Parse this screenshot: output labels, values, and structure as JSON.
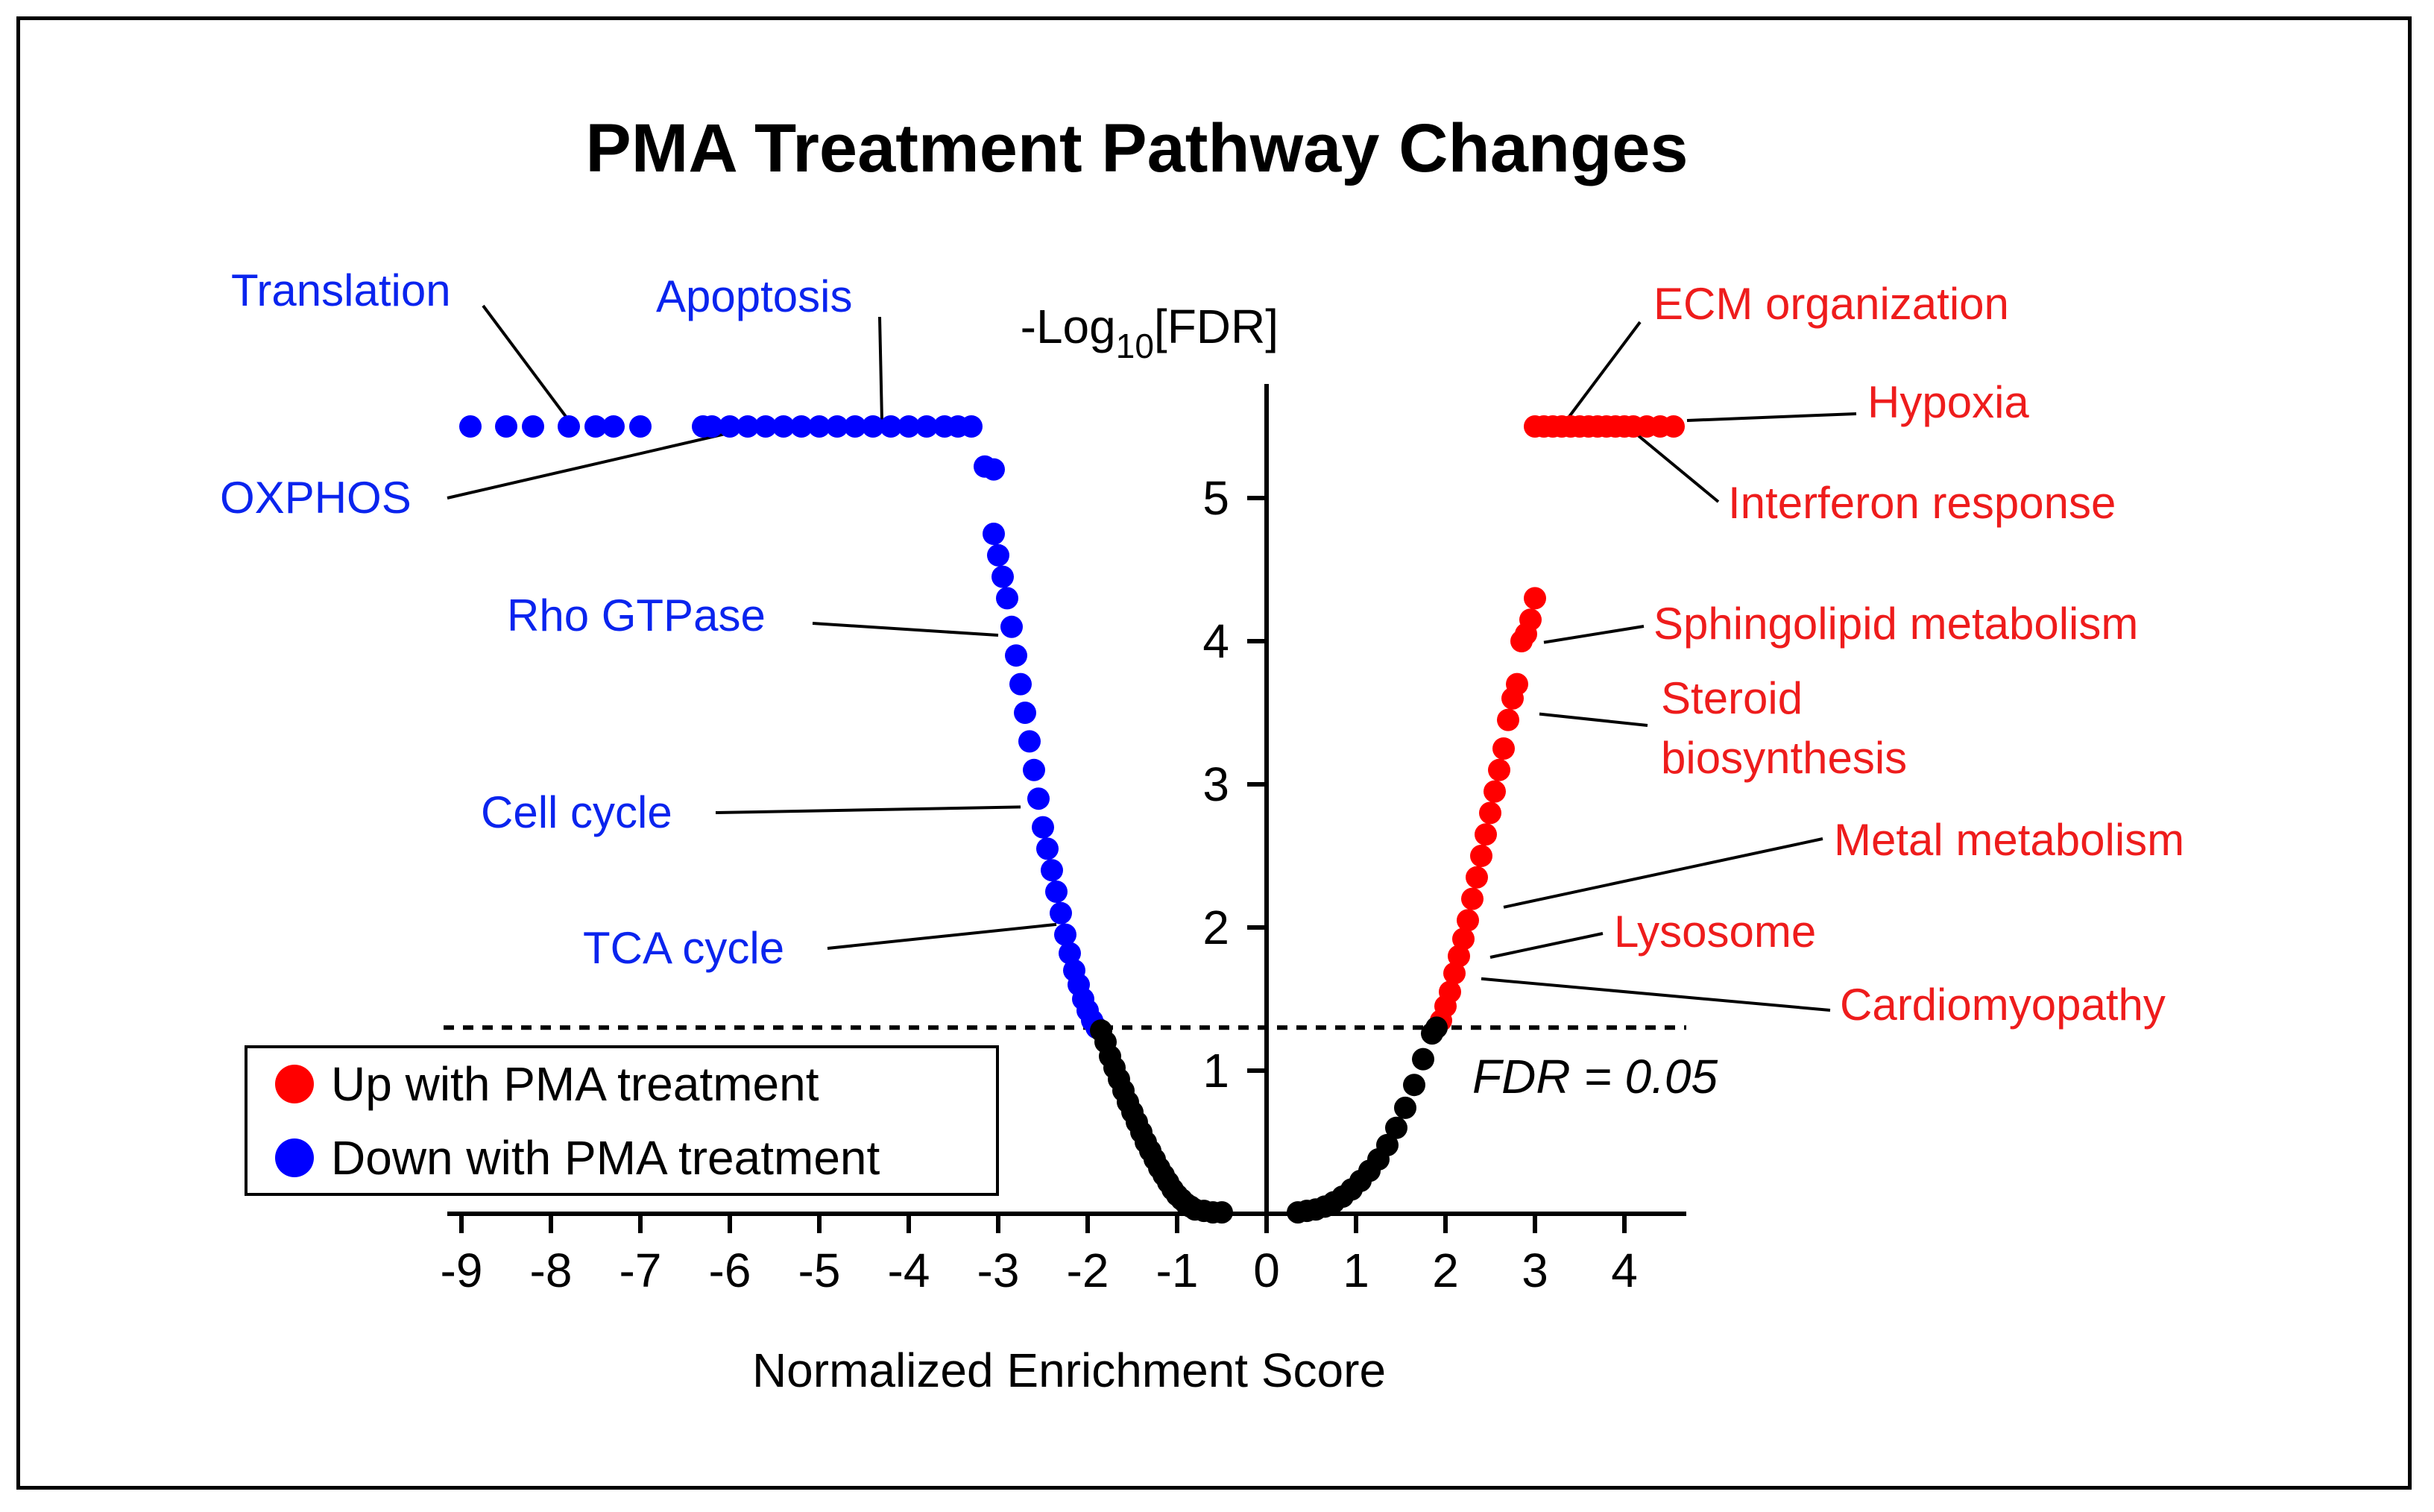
{
  "chart_data": {
    "type": "scatter",
    "title": "PMA Treatment Pathway Changes",
    "xlabel": "Normalized Enrichment Score",
    "ylabel_prefix": "-Log",
    "ylabel_sub": "10",
    "ylabel_suffix": "[FDR]",
    "xlim": [
      -9.2,
      4.8
    ],
    "ylim": [
      0,
      5.9
    ],
    "x_ticks": [
      "-9",
      "-8",
      "-7",
      "-6",
      "-5",
      "-4",
      "-3",
      "-2",
      "-1",
      "0",
      "1",
      "2",
      "3",
      "4"
    ],
    "y_ticks": [
      "1",
      "2",
      "3",
      "4",
      "5"
    ],
    "grid": false,
    "threshold": {
      "y": 1.301,
      "label": "FDR = 0.05"
    },
    "colors": {
      "up": "#ff0000",
      "down": "#0000ff",
      "ns": "#000000",
      "label_up": "#ee1c1c",
      "label_down": "#0a24ee"
    },
    "legend": {
      "position": "bottom-left",
      "items": [
        {
          "label": "Up with PMA treatment",
          "color": "#ff0000"
        },
        {
          "label": "Down with PMA treatment",
          "color": "#0000ff"
        }
      ]
    },
    "series": [
      {
        "name": "Up with PMA treatment",
        "color": "#ff0000",
        "points": [
          [
            1.95,
            1.35
          ],
          [
            2.0,
            1.45
          ],
          [
            2.05,
            1.55
          ],
          [
            2.1,
            1.68
          ],
          [
            2.15,
            1.8
          ],
          [
            2.2,
            1.92
          ],
          [
            2.25,
            2.05
          ],
          [
            2.3,
            2.2
          ],
          [
            2.35,
            2.35
          ],
          [
            2.4,
            2.5
          ],
          [
            2.45,
            2.65
          ],
          [
            2.5,
            2.8
          ],
          [
            2.55,
            2.95
          ],
          [
            2.6,
            3.1
          ],
          [
            2.65,
            3.25
          ],
          [
            2.7,
            3.45
          ],
          [
            2.75,
            3.6
          ],
          [
            2.8,
            3.7
          ],
          [
            2.85,
            4.0
          ],
          [
            2.9,
            4.05
          ],
          [
            2.95,
            4.15
          ],
          [
            3.0,
            4.3
          ],
          [
            3.0,
            5.5
          ],
          [
            3.1,
            5.5
          ],
          [
            3.2,
            5.5
          ],
          [
            3.3,
            5.5
          ],
          [
            3.4,
            5.5
          ],
          [
            3.5,
            5.5
          ],
          [
            3.6,
            5.5
          ],
          [
            3.7,
            5.5
          ],
          [
            3.8,
            5.5
          ],
          [
            3.9,
            5.5
          ],
          [
            4.0,
            5.5
          ],
          [
            4.1,
            5.5
          ],
          [
            4.25,
            5.5
          ],
          [
            4.4,
            5.5
          ],
          [
            4.55,
            5.5
          ]
        ]
      },
      {
        "name": "Down with PMA treatment",
        "color": "#0000ff",
        "points": [
          [
            -8.9,
            5.5
          ],
          [
            -8.5,
            5.5
          ],
          [
            -8.2,
            5.5
          ],
          [
            -7.8,
            5.5
          ],
          [
            -7.5,
            5.5
          ],
          [
            -7.3,
            5.5
          ],
          [
            -7.0,
            5.5
          ],
          [
            -6.3,
            5.5
          ],
          [
            -6.2,
            5.5
          ],
          [
            -6.0,
            5.5
          ],
          [
            -5.8,
            5.5
          ],
          [
            -5.6,
            5.5
          ],
          [
            -5.4,
            5.5
          ],
          [
            -5.2,
            5.5
          ],
          [
            -5.0,
            5.5
          ],
          [
            -4.8,
            5.5
          ],
          [
            -4.6,
            5.5
          ],
          [
            -4.4,
            5.5
          ],
          [
            -4.2,
            5.5
          ],
          [
            -4.0,
            5.5
          ],
          [
            -3.8,
            5.5
          ],
          [
            -3.6,
            5.5
          ],
          [
            -3.45,
            5.5
          ],
          [
            -3.3,
            5.5
          ],
          [
            -3.15,
            5.22
          ],
          [
            -3.05,
            5.2
          ],
          [
            -3.05,
            4.75
          ],
          [
            -3.0,
            4.6
          ],
          [
            -2.95,
            4.45
          ],
          [
            -2.9,
            4.3
          ],
          [
            -2.85,
            4.1
          ],
          [
            -2.8,
            3.9
          ],
          [
            -2.75,
            3.7
          ],
          [
            -2.7,
            3.5
          ],
          [
            -2.65,
            3.3
          ],
          [
            -2.6,
            3.1
          ],
          [
            -2.55,
            2.9
          ],
          [
            -2.5,
            2.7
          ],
          [
            -2.45,
            2.55
          ],
          [
            -2.4,
            2.4
          ],
          [
            -2.35,
            2.25
          ],
          [
            -2.3,
            2.1
          ],
          [
            -2.25,
            1.95
          ],
          [
            -2.2,
            1.82
          ],
          [
            -2.15,
            1.7
          ],
          [
            -2.1,
            1.6
          ],
          [
            -2.05,
            1.5
          ],
          [
            -2.0,
            1.42
          ],
          [
            -1.95,
            1.35
          ],
          [
            -1.9,
            1.3
          ]
        ]
      },
      {
        "name": "",
        "color": "#000000",
        "points": [
          [
            -1.85,
            1.28
          ],
          [
            -1.8,
            1.2
          ],
          [
            -1.75,
            1.1
          ],
          [
            -1.7,
            1.02
          ],
          [
            -1.65,
            0.94
          ],
          [
            -1.6,
            0.86
          ],
          [
            -1.55,
            0.78
          ],
          [
            -1.5,
            0.71
          ],
          [
            -1.45,
            0.64
          ],
          [
            -1.4,
            0.57
          ],
          [
            -1.35,
            0.5
          ],
          [
            -1.3,
            0.44
          ],
          [
            -1.25,
            0.38
          ],
          [
            -1.2,
            0.32
          ],
          [
            -1.15,
            0.27
          ],
          [
            -1.1,
            0.22
          ],
          [
            -1.05,
            0.17
          ],
          [
            -1.0,
            0.13
          ],
          [
            -0.95,
            0.1
          ],
          [
            -0.9,
            0.07
          ],
          [
            -0.85,
            0.05
          ],
          [
            -0.8,
            0.03
          ],
          [
            -0.7,
            0.02
          ],
          [
            -0.6,
            0.01
          ],
          [
            -0.5,
            0.01
          ],
          [
            0.35,
            0.01
          ],
          [
            0.45,
            0.02
          ],
          [
            0.55,
            0.03
          ],
          [
            0.65,
            0.05
          ],
          [
            0.75,
            0.08
          ],
          [
            0.85,
            0.12
          ],
          [
            0.95,
            0.17
          ],
          [
            1.05,
            0.23
          ],
          [
            1.15,
            0.3
          ],
          [
            1.25,
            0.38
          ],
          [
            1.35,
            0.48
          ],
          [
            1.45,
            0.6
          ],
          [
            1.55,
            0.74
          ],
          [
            1.65,
            0.9
          ],
          [
            1.75,
            1.08
          ],
          [
            1.85,
            1.26
          ],
          [
            1.9,
            1.3
          ]
        ]
      }
    ],
    "annotations": [
      {
        "text": "Translation",
        "color": "#0a24ee",
        "point": [
          -7.8,
          5.5
        ]
      },
      {
        "text": "Apoptosis",
        "color": "#0a24ee",
        "point": [
          -4.3,
          5.5
        ]
      },
      {
        "text": "OXPHOS",
        "color": "#0a24ee",
        "point": [
          -5.4,
          5.5
        ]
      },
      {
        "text": "Rho GTPase",
        "color": "#0a24ee",
        "point": [
          -3.0,
          4.0
        ]
      },
      {
        "text": "Cell cycle",
        "color": "#0a24ee",
        "point": [
          -2.75,
          2.8
        ]
      },
      {
        "text": "TCA cycle",
        "color": "#0a24ee",
        "point": [
          -2.35,
          1.98
        ]
      },
      {
        "text": "ECM organization",
        "color": "#ee1c1c",
        "point": [
          3.35,
          5.5
        ]
      },
      {
        "text": "Hypoxia",
        "color": "#ee1c1c",
        "point": [
          4.7,
          5.5
        ]
      },
      {
        "text": "Interferon response",
        "color": "#ee1c1c",
        "point": [
          3.95,
          5.5
        ]
      },
      {
        "text": "Sphingolipid metabolism",
        "color": "#ee1c1c",
        "point": [
          3.1,
          3.95
        ]
      },
      {
        "text": "Steroid",
        "color": "#ee1c1c",
        "point": [
          3.05,
          3.45
        ]
      },
      {
        "text": "biosynthesis",
        "color": "#ee1c1c",
        "point": [
          3.05,
          3.45
        ]
      },
      {
        "text": "Metal metabolism",
        "color": "#ee1c1c",
        "point": [
          2.65,
          2.1
        ]
      },
      {
        "text": "Lysosome",
        "color": "#ee1c1c",
        "point": [
          2.5,
          1.75
        ]
      },
      {
        "text": "Cardiomyopathy",
        "color": "#ee1c1c",
        "point": [
          2.4,
          1.6
        ]
      }
    ]
  }
}
